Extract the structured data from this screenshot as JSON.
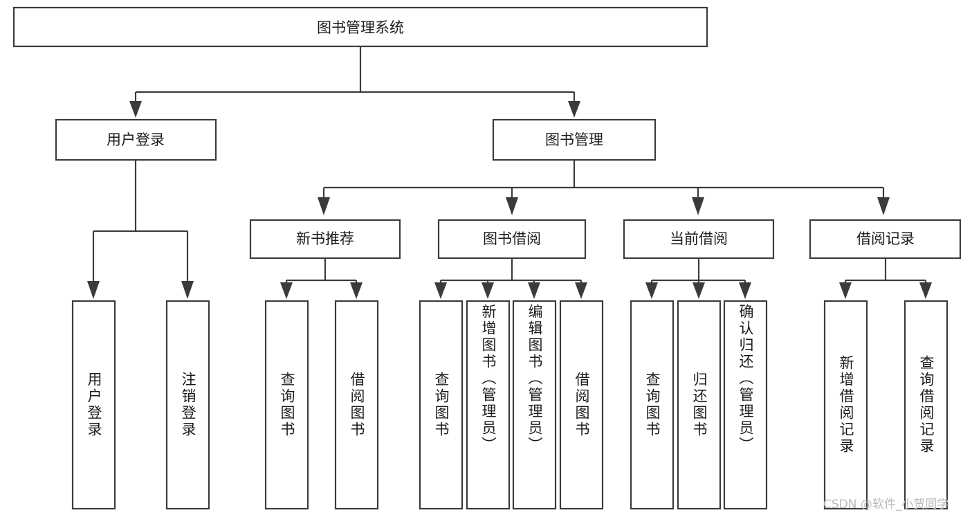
{
  "diagram": {
    "type": "tree-hierarchy",
    "title": "图书管理系统",
    "orientation": "top-down",
    "colors": {
      "box_stroke": "#3b3b3b",
      "box_fill": "#ffffff",
      "text": "#1c1c1c",
      "background": "#ffffff",
      "watermark": "#b9b9b9"
    },
    "nodes": {
      "root": {
        "label": "图书管理系统"
      },
      "level2": [
        {
          "id": "user-login",
          "label": "用户登录"
        },
        {
          "id": "book-manage",
          "label": "图书管理"
        }
      ],
      "level3": [
        {
          "id": "new-book-recommend",
          "label": "新书推荐"
        },
        {
          "id": "book-borrow",
          "label": "图书借阅"
        },
        {
          "id": "current-borrow",
          "label": "当前借阅"
        },
        {
          "id": "borrow-record",
          "label": "借阅记录"
        }
      ],
      "leaves": [
        {
          "id": "leaf-user-login",
          "label": "用户登录",
          "parent": "user-login"
        },
        {
          "id": "leaf-logout-login",
          "label": "注销登录",
          "parent": "user-login"
        },
        {
          "id": "leaf-query-book-1",
          "label": "查询图书",
          "parent": "new-book-recommend"
        },
        {
          "id": "leaf-borrow-book-1",
          "label": "借阅图书",
          "parent": "new-book-recommend"
        },
        {
          "id": "leaf-query-book-2",
          "label": "查询图书",
          "parent": "book-borrow"
        },
        {
          "id": "leaf-add-book",
          "label": "新增图书（管理员）",
          "parent": "book-borrow"
        },
        {
          "id": "leaf-edit-book",
          "label": "编辑图书（管理员）",
          "parent": "book-borrow"
        },
        {
          "id": "leaf-borrow-book-2",
          "label": "借阅图书",
          "parent": "book-borrow"
        },
        {
          "id": "leaf-query-book-3",
          "label": "查询图书",
          "parent": "current-borrow"
        },
        {
          "id": "leaf-return-book",
          "label": "归还图书",
          "parent": "current-borrow"
        },
        {
          "id": "leaf-confirm-return",
          "label": "确认归还（管理员）",
          "parent": "current-borrow"
        },
        {
          "id": "leaf-add-record",
          "label": "新增借阅记录",
          "parent": "borrow-record"
        },
        {
          "id": "leaf-query-record",
          "label": "查询借阅记录",
          "parent": "borrow-record"
        }
      ]
    },
    "watermark": "CSDN @软件_小贺同学"
  }
}
